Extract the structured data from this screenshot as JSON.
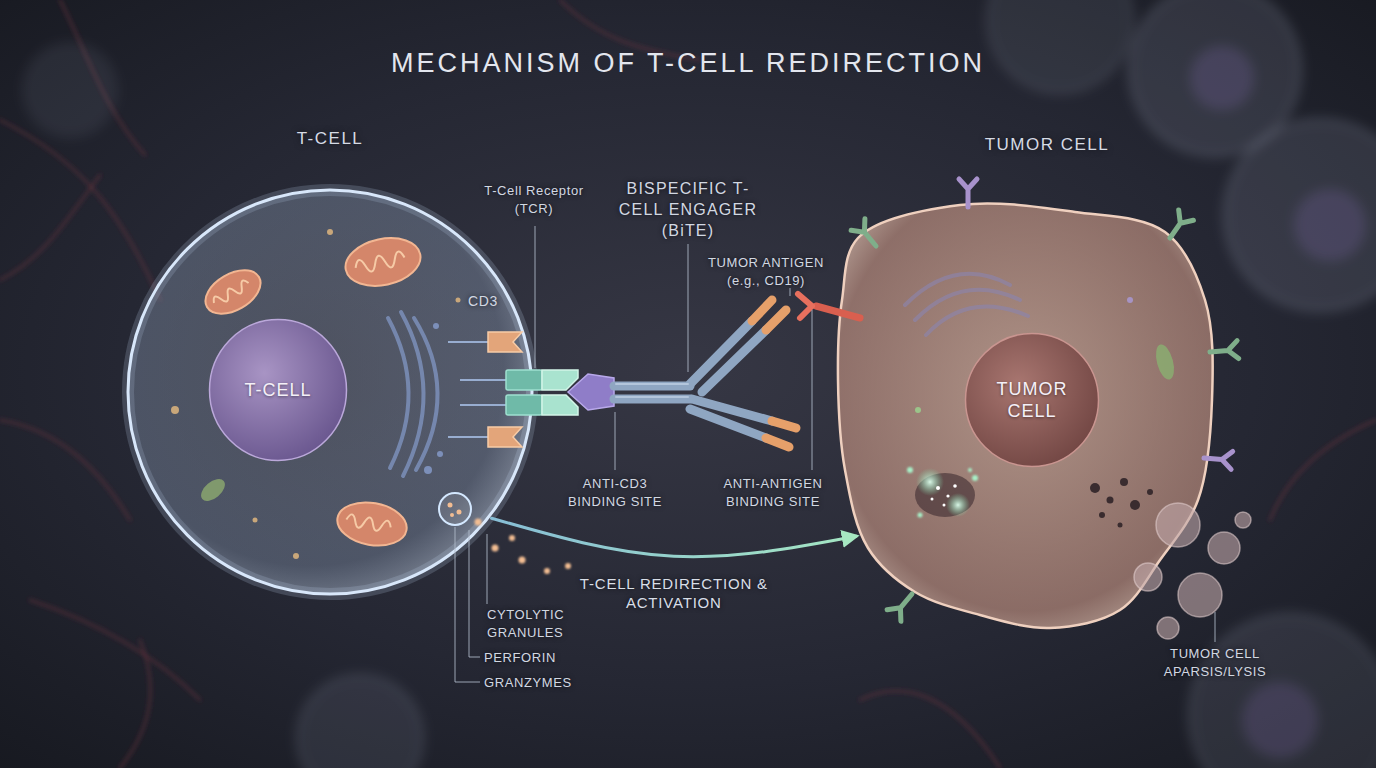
{
  "diagram": {
    "title": "MECHANISM OF T-CELL REDIRECTION",
    "nodes": [
      {
        "text": [
          "T-CELL"
        ]
      },
      {
        "text": [
          "T-CELL"
        ],
        "in": 0
      },
      {
        "text": [
          "TUMOR CELL"
        ]
      },
      {
        "text": [
          "TUMOR CELL"
        ],
        "in": 2
      }
    ],
    "edges": [
      {
        "from": 0,
        "to": 2,
        "label": "T-CELL REDIRECTION & ACTIVATION",
        "arrow": "to"
      }
    ],
    "labels": [
      "T-Cell Receptor (TCR)",
      "CD3",
      "BISPECIFIC T-CELL ENGAGER (BiTE)",
      "TUMOR ANTIGEN (e.g., CD19)",
      "ANTI-CD3 BINDING SITE",
      "ANTI-ANTIGEN BINDING SITE",
      "CYTOLYTIC GRANULES",
      "PERFORIN",
      "GRANZYMES",
      "TUMOR CELL APARSIS/LYSIS"
    ]
  }
}
